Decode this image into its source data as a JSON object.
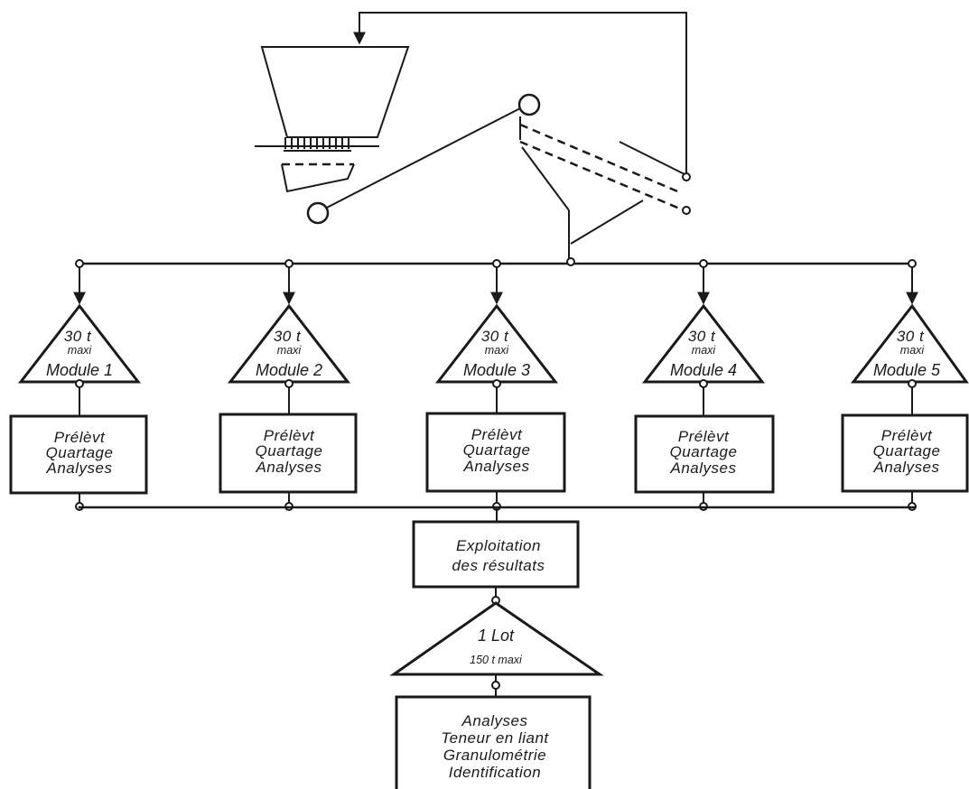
{
  "modules": [
    {
      "capacity": "30 t",
      "capacity_note": "maxi",
      "name": "Module 1",
      "box_lines": [
        "Prélèvt",
        "Quartage",
        "Analyses"
      ]
    },
    {
      "capacity": "30 t",
      "capacity_note": "maxi",
      "name": "Module 2",
      "box_lines": [
        "Prélèvt",
        "Quartage",
        "Analyses"
      ]
    },
    {
      "capacity": "30 t",
      "capacity_note": "maxi",
      "name": "Module 3",
      "box_lines": [
        "Prélèvt",
        "Quartage",
        "Analyses"
      ]
    },
    {
      "capacity": "30 t",
      "capacity_note": "maxi",
      "name": "Module 4",
      "box_lines": [
        "Prélèvt",
        "Quartage",
        "Analyses"
      ]
    },
    {
      "capacity": "30 t",
      "capacity_note": "maxi",
      "name": "Module 5",
      "box_lines": [
        "Prélèvt",
        "Quartage",
        "Analyses"
      ]
    }
  ],
  "results_box": {
    "lines": [
      "Exploitation",
      "des résultats"
    ]
  },
  "lot": {
    "title": "1 Lot",
    "capacity": "150 t  maxi"
  },
  "final_box": {
    "lines": [
      "Analyses",
      "Teneur en liant",
      "Granulométrie",
      "Identification"
    ]
  }
}
